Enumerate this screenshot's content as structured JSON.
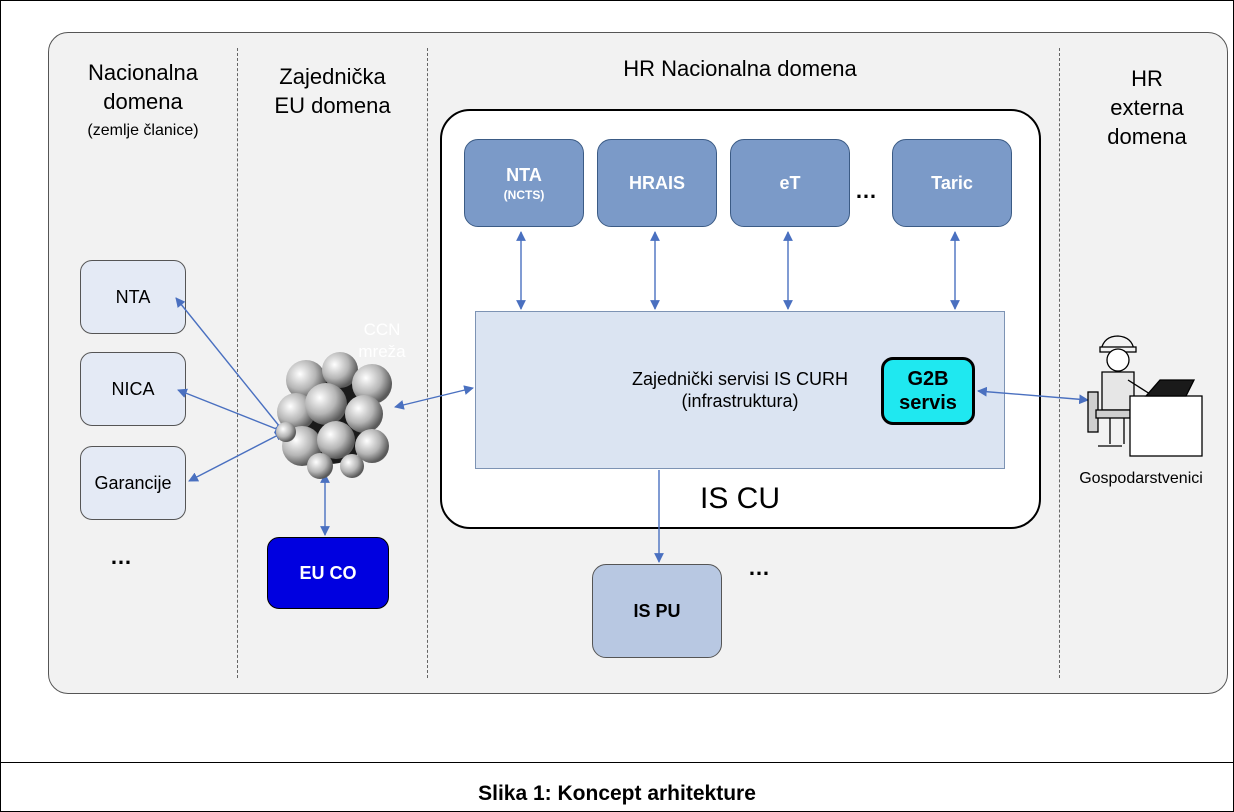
{
  "caption": "Slika 1: Koncept arhitekture",
  "domains": {
    "national": {
      "title_line1": "Nacionalna",
      "title_line2": "domena",
      "subtitle": "(zemlje članice)"
    },
    "eu": {
      "title_line1": "Zajednička",
      "title_line2": "EU domena"
    },
    "hr_national": {
      "title": "HR Nacionalna domena"
    },
    "hr_external": {
      "title_line1": "HR",
      "title_line2": "externa",
      "title_line3": "domena"
    }
  },
  "member_state_systems": [
    "NTA",
    "NICA",
    "Garancije"
  ],
  "ellipsis": "…",
  "network": {
    "line1": "CCN",
    "line2": "mreža"
  },
  "eu_co": "EU CO",
  "iscu": {
    "label": "IS CU",
    "services": [
      {
        "name": "NTA",
        "sub": "(NCTS)"
      },
      {
        "name": "HRAIS"
      },
      {
        "name": "eT"
      },
      {
        "name": "Taric"
      }
    ],
    "services_ellipsis": "…",
    "shared_line1": "Zajednički servisi IS CURH",
    "shared_line2": "(infrastruktura)",
    "g2b_line1": "G2B",
    "g2b_line2": "servis"
  },
  "ispu": "IS PU",
  "ispu_ellipsis": "…",
  "business_users": "Gospodarstvenici",
  "colors": {
    "service": "#7b9ac8",
    "shared": "#dbe4f2",
    "g2b": "#1fe8f0",
    "eu_co": "#0000e0",
    "arrow": "#4a70c0"
  }
}
